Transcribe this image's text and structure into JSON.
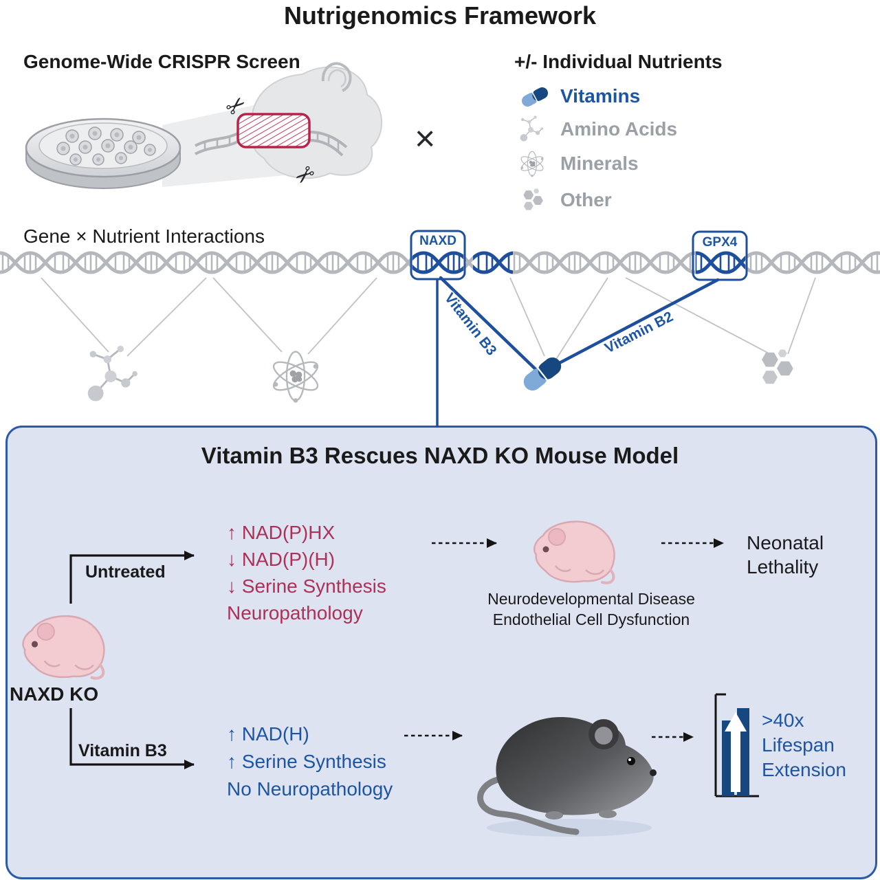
{
  "colors": {
    "accent_blue": "#1d55a5",
    "deep_blue": "#17477f",
    "red": "#ad3156",
    "gray_text": "#9aa0a6",
    "panel_bg": "#dee3f2",
    "panel_border": "#2c59a8",
    "helix_gray": "#b4b7bc",
    "helix_blue": "#1d4f9c"
  },
  "title": "Nutrigenomics Framework",
  "crispr_section": {
    "heading": "Genome-Wide CRISPR Screen",
    "icons": [
      "petri-dish-icon",
      "crispr-dna-icon",
      "scissors-icon"
    ]
  },
  "cross_symbol": "×",
  "nutrients_section": {
    "heading": "+/- Individual Nutrients",
    "items": [
      {
        "label": "Vitamins",
        "icon": "pill-icon"
      },
      {
        "label": "Amino Acids",
        "icon": "molecule-icon"
      },
      {
        "label": "Minerals",
        "icon": "atom-icon"
      },
      {
        "label": "Other",
        "icon": "hexagons-icon"
      }
    ]
  },
  "interactions_section": {
    "heading": "Gene × Nutrient Interactions",
    "genes": [
      {
        "label": "NAXD"
      },
      {
        "label": "GPX4"
      }
    ],
    "edges": [
      {
        "label": "Vitamin B3"
      },
      {
        "label": "Vitamin B2"
      }
    ]
  },
  "panel": {
    "title": "Vitamin B3 Rescues NAXD KO Mouse Model",
    "subject_label": "NAXD KO",
    "untreated": {
      "arm_label": "Untreated",
      "effects": [
        "↑ NAD(P)HX",
        "↓ NAD(P)(H)",
        "↓ Serine Synthesis",
        "Neuropathology"
      ],
      "phenotype_lines": [
        "Neurodevelopmental Disease",
        "Endothelial Cell Dysfunction"
      ],
      "outcome_lines": [
        "Neonatal",
        "Lethality"
      ]
    },
    "treated": {
      "arm_label": "Vitamin B3",
      "effects": [
        "↑ NAD(H)",
        "↑ Serine Synthesis",
        "No Neuropathology"
      ],
      "outcome_lines": [
        ">40x",
        "Lifespan",
        "Extension"
      ]
    }
  }
}
